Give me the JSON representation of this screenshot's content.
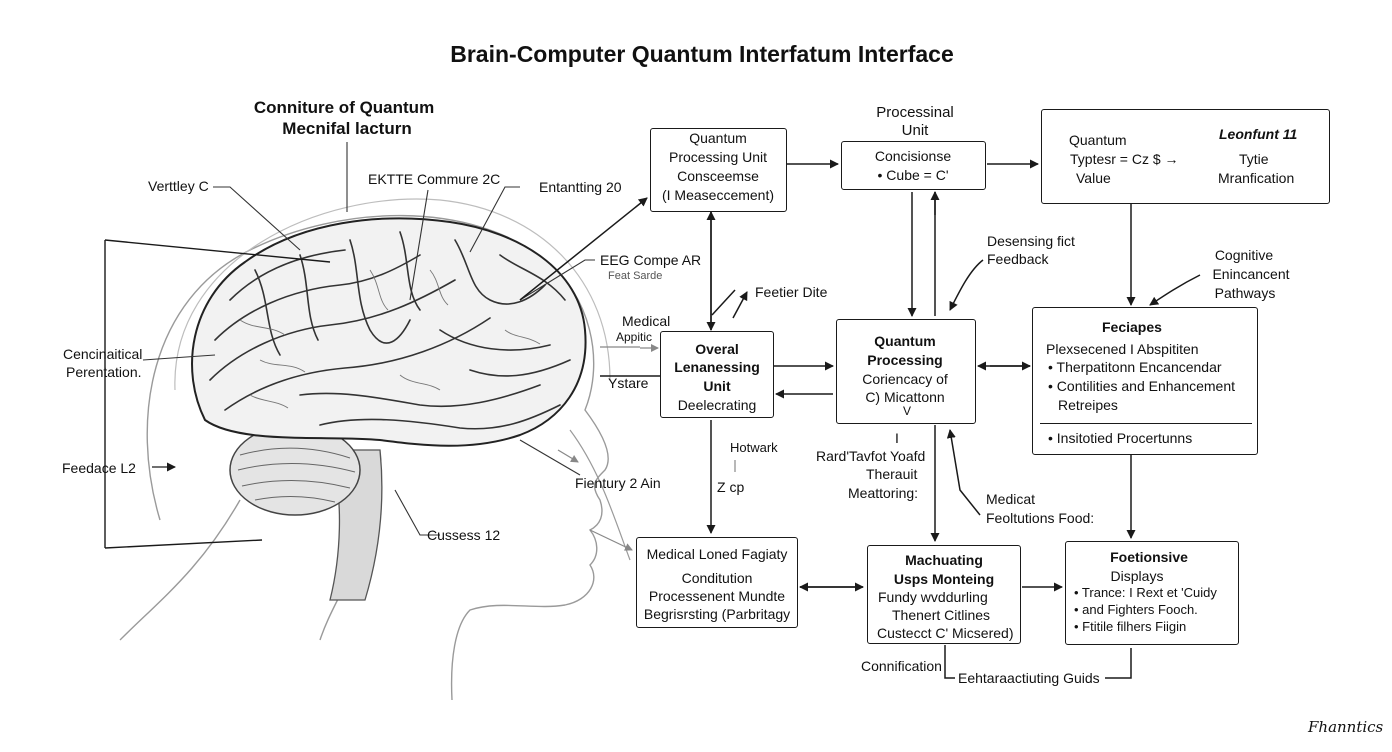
{
  "title": "Brain-Computer Quantum Interfatum Interface",
  "brain_labels": {
    "heading_1": "Conniture of Quantum",
    "heading_2": "Mecnifal lacturn",
    "verttley": "Verttley C",
    "ektte": "EKTTE Commure 2C",
    "entantting": "Entantting 20",
    "eeg": "EEG Compe AR",
    "eeg_sub": "Feat Sarde",
    "cencinaitical_1": "Cencinaitical",
    "cencinaitical_2": "Perentation.",
    "feedace": "Feedace L2",
    "cussess": "Cussess 12",
    "fientury": "Fientury 2 Ain",
    "medical_1": "Medical",
    "medical_2": "Appitic",
    "ystare": "Ystare",
    "feetier": "Feetier Dite"
  },
  "qpu_box": {
    "lines": [
      "Quantum",
      "Processing Unit",
      "Consceemse",
      "(I Measeccement)"
    ]
  },
  "processinal_label": {
    "lines": [
      "Processinal",
      "Unit"
    ]
  },
  "concisionse_box": {
    "lines": [
      "Concisionse",
      "• Cube = C'"
    ]
  },
  "quantum_value_box": {
    "line1": "Quantum",
    "line2": "Typtesr  =  Cz $  →",
    "line3": "Value",
    "right1": "Leonfunt 11",
    "right2": "Tytie",
    "right3": "Mranfication"
  },
  "desensing_label": {
    "lines": [
      "Desensing fict",
      "Feedback"
    ]
  },
  "cognitive_label": {
    "lines": [
      "Cognitive",
      "Enincancent",
      "Pathways"
    ]
  },
  "overal_box": {
    "lines": [
      "Overal",
      "Lenanessing",
      "Unit",
      "Deelecrating"
    ]
  },
  "quantum_processing_box": {
    "lines": [
      "Quantum",
      "Processing",
      "Coriencacy of",
      "C) Micattonn",
      "V"
    ]
  },
  "feciapes_box": {
    "title": "Feciapes",
    "line1": "Plexsecened I Abspititen",
    "line2": "•  Therpatitonn Encancendar",
    "line3": "•  Contilities and Enhancement",
    "line4": "Retreipes",
    "line5": "•  Insitotied Procertunns"
  },
  "mid_labels": {
    "hotwark": "Hotwark",
    "z_cp": "Z cp",
    "i_mark": "I",
    "rard": "Rard'Tavfot Yoafd",
    "therauit": "Therauit",
    "meattoring": "Meattoring:",
    "medicat_1": "Medicat",
    "medicat_2": "Feoltutions Food:"
  },
  "medical_fagiaty_box": {
    "lines": [
      "Medical Loned Fagiaty",
      "Conditution",
      "Processenent Mundte",
      "Begrisrsting (Parbritagy"
    ]
  },
  "machuating_box": {
    "lines": [
      "Machuating",
      "Usps Monteing",
      "Fundy wvddurling",
      "Thenert Citlines",
      "Custecct C' Micsered)"
    ]
  },
  "foetionsive_box": {
    "lines": [
      "Foetionsive",
      "Displays",
      "•  Trance: I Rext et 'Cuidy",
      "•  and Fighters Fooch.",
      "•  Ftitile filhers Fiigin"
    ]
  },
  "bottom_labels": {
    "connification": "Connification",
    "guide": "Eehtaraactiuting Guids"
  },
  "signature": "Fhanntics",
  "colors": {
    "ink": "#1a1a1a",
    "brain_fill": "#f2f2f2",
    "brain_stem": "#d9d9d9"
  }
}
